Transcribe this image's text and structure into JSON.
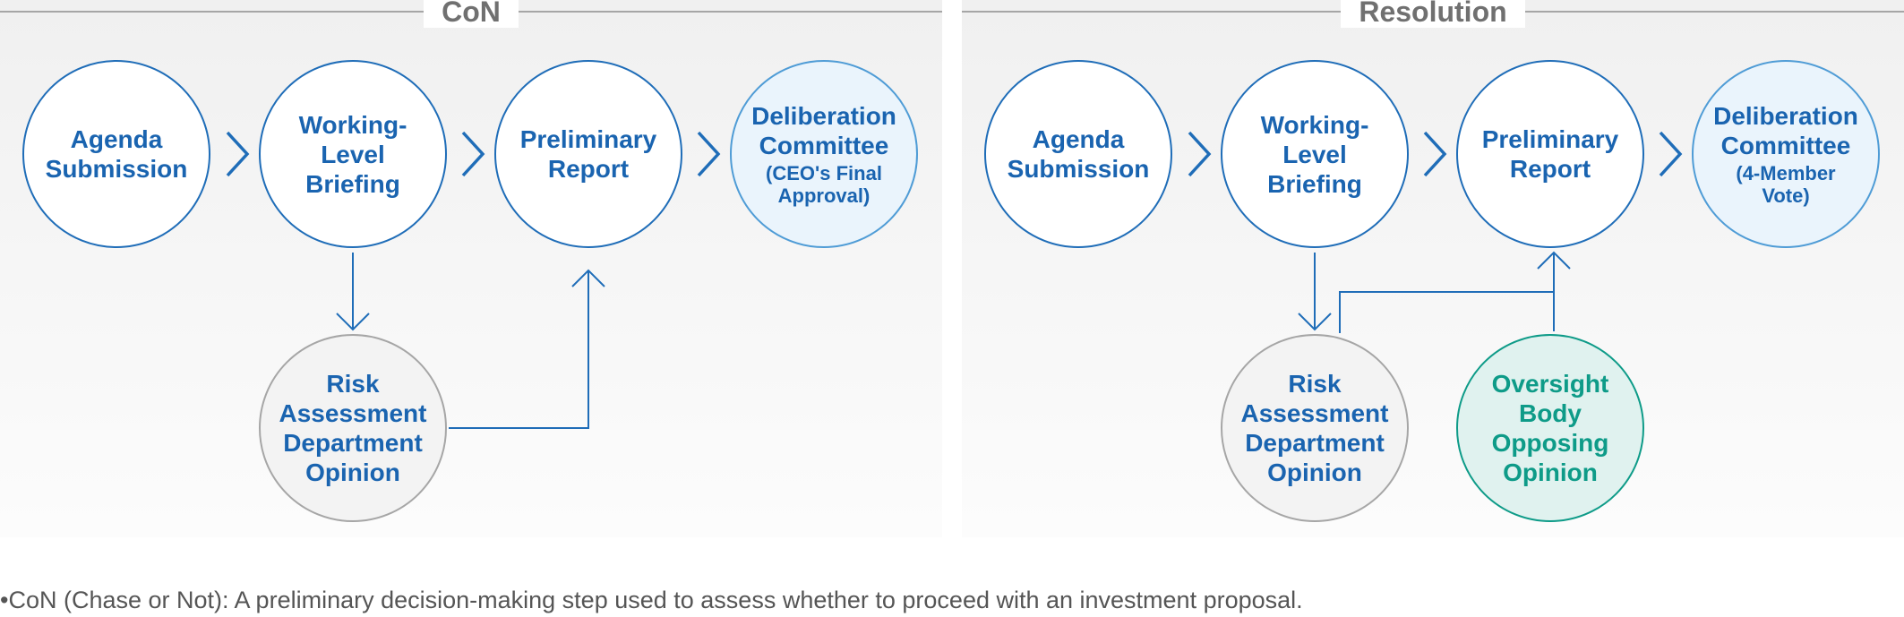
{
  "con": {
    "title": "CoN",
    "steps": [
      {
        "label": "Agenda\nSubmission"
      },
      {
        "label": "Working-\nLevel\nBriefing"
      },
      {
        "label": "Preliminary\nReport"
      },
      {
        "label": "Deliberation\nCommittee",
        "sub": "(CEO's Final\nApproval)"
      }
    ],
    "opinion": "Risk\nAssessment\nDepartment\nOpinion"
  },
  "resolution": {
    "title": "Resolution",
    "steps": [
      {
        "label": "Agenda\nSubmission"
      },
      {
        "label": "Working-\nLevel\nBriefing"
      },
      {
        "label": "Preliminary\nReport"
      },
      {
        "label": "Deliberation\nCommittee",
        "sub": "(4-Member\nVote)"
      }
    ],
    "opinion": "Risk\nAssessment\nDepartment\nOpinion",
    "oversight": "Oversight\nBody\nOpposing\nOpinion"
  },
  "footnote": "•CoN (Chase or Not): A preliminary decision-making step used to assess whether to proceed with an investment proposal.",
  "colors": {
    "primary": "#1a64b0",
    "circle_border": "#1f6db8",
    "final_fill": "#eaf4fc",
    "risk_fill": "#f3f3f3",
    "oversight": "#0e9b88",
    "oversight_fill": "#e0f2ef",
    "rule": "#a6a6a6"
  }
}
